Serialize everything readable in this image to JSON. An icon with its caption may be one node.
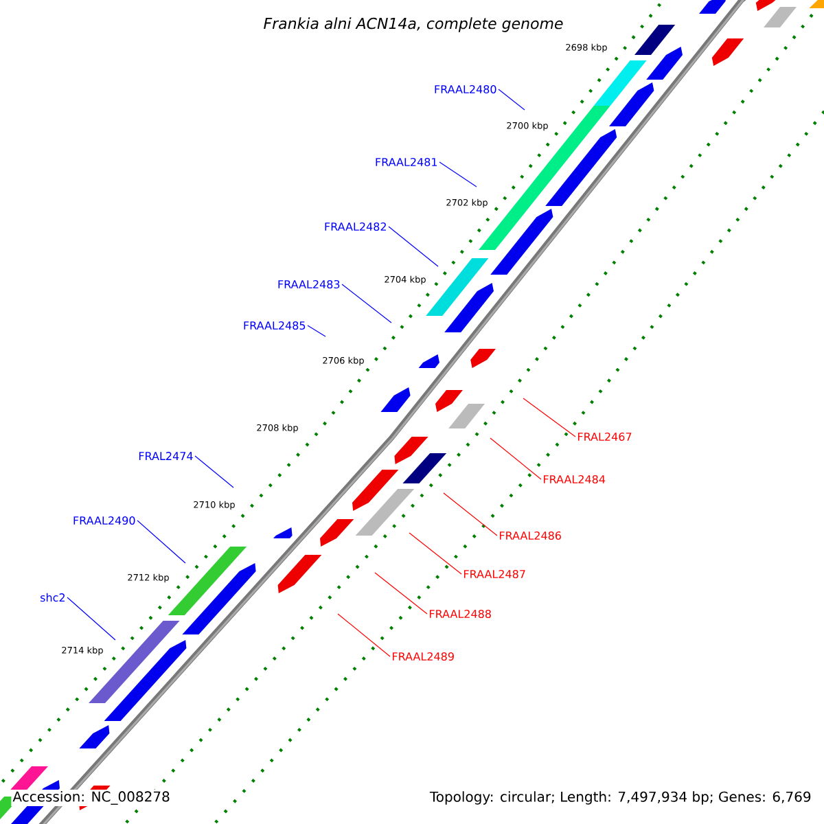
{
  "diagram": {
    "title": "*Frankia alni* *ACN14a, complete genome*",
    "nodes": [
      {
        "text": [
          "FRAAL2480"
        ]
      },
      {
        "text": [
          "FRAAL2481"
        ]
      },
      {
        "text": [
          "FRAAL2482"
        ]
      },
      {
        "text": [
          "FRAAL2483"
        ]
      },
      {
        "text": [
          "FRAAL2485"
        ]
      },
      {
        "text": [
          "FRAL2474"
        ]
      },
      {
        "text": [
          "FRAAL2490"
        ]
      },
      {
        "text": [
          "shc2"
        ]
      },
      {
        "text": [
          "FRAL2467"
        ]
      },
      {
        "text": [
          "FRAAL2484"
        ]
      },
      {
        "text": [
          "FRAAL2486"
        ]
      },
      {
        "text": [
          "FRAAL2487"
        ]
      },
      {
        "text": [
          "FRAAL2488"
        ]
      },
      {
        "text": [
          "FRAAL2489"
        ]
      }
    ],
    "edges": [
      {
        "from": 0,
        "to": null,
        "arrow": "none"
      },
      {
        "from": 1,
        "to": null,
        "arrow": "none"
      },
      {
        "from": 2,
        "to": null,
        "arrow": "none"
      },
      {
        "from": 3,
        "to": null,
        "arrow": "none"
      },
      {
        "from": 4,
        "to": null,
        "arrow": "none"
      },
      {
        "from": 5,
        "to": null,
        "arrow": "none"
      },
      {
        "from": 6,
        "to": null,
        "arrow": "none"
      },
      {
        "from": 7,
        "to": null,
        "arrow": "none"
      },
      {
        "from": 8,
        "to": null,
        "arrow": "none",
        "color": "#ff0000"
      },
      {
        "from": 9,
        "to": null,
        "arrow": "none",
        "color": "#ff0000"
      },
      {
        "from": 10,
        "to": null,
        "arrow": "none",
        "color": "#ff0000"
      },
      {
        "from": 11,
        "to": null,
        "arrow": "none",
        "color": "#ff0000"
      },
      {
        "from": 12,
        "to": null,
        "arrow": "none",
        "color": "#ff0000"
      },
      {
        "from": 13,
        "to": null,
        "arrow": "none",
        "color": "#ff0000"
      }
    ],
    "labels": [
      "2698 kbp",
      "2700 kbp",
      "2702 kbp",
      "2704 kbp",
      "2706 kbp",
      "2708 kbp",
      "2710 kbp",
      "2712 kbp",
      "2714 kbp",
      "Accession: NC_008278",
      "Topology: circular; Length: 7,497,934 bp; Genes: 6,769"
    ]
  }
}
